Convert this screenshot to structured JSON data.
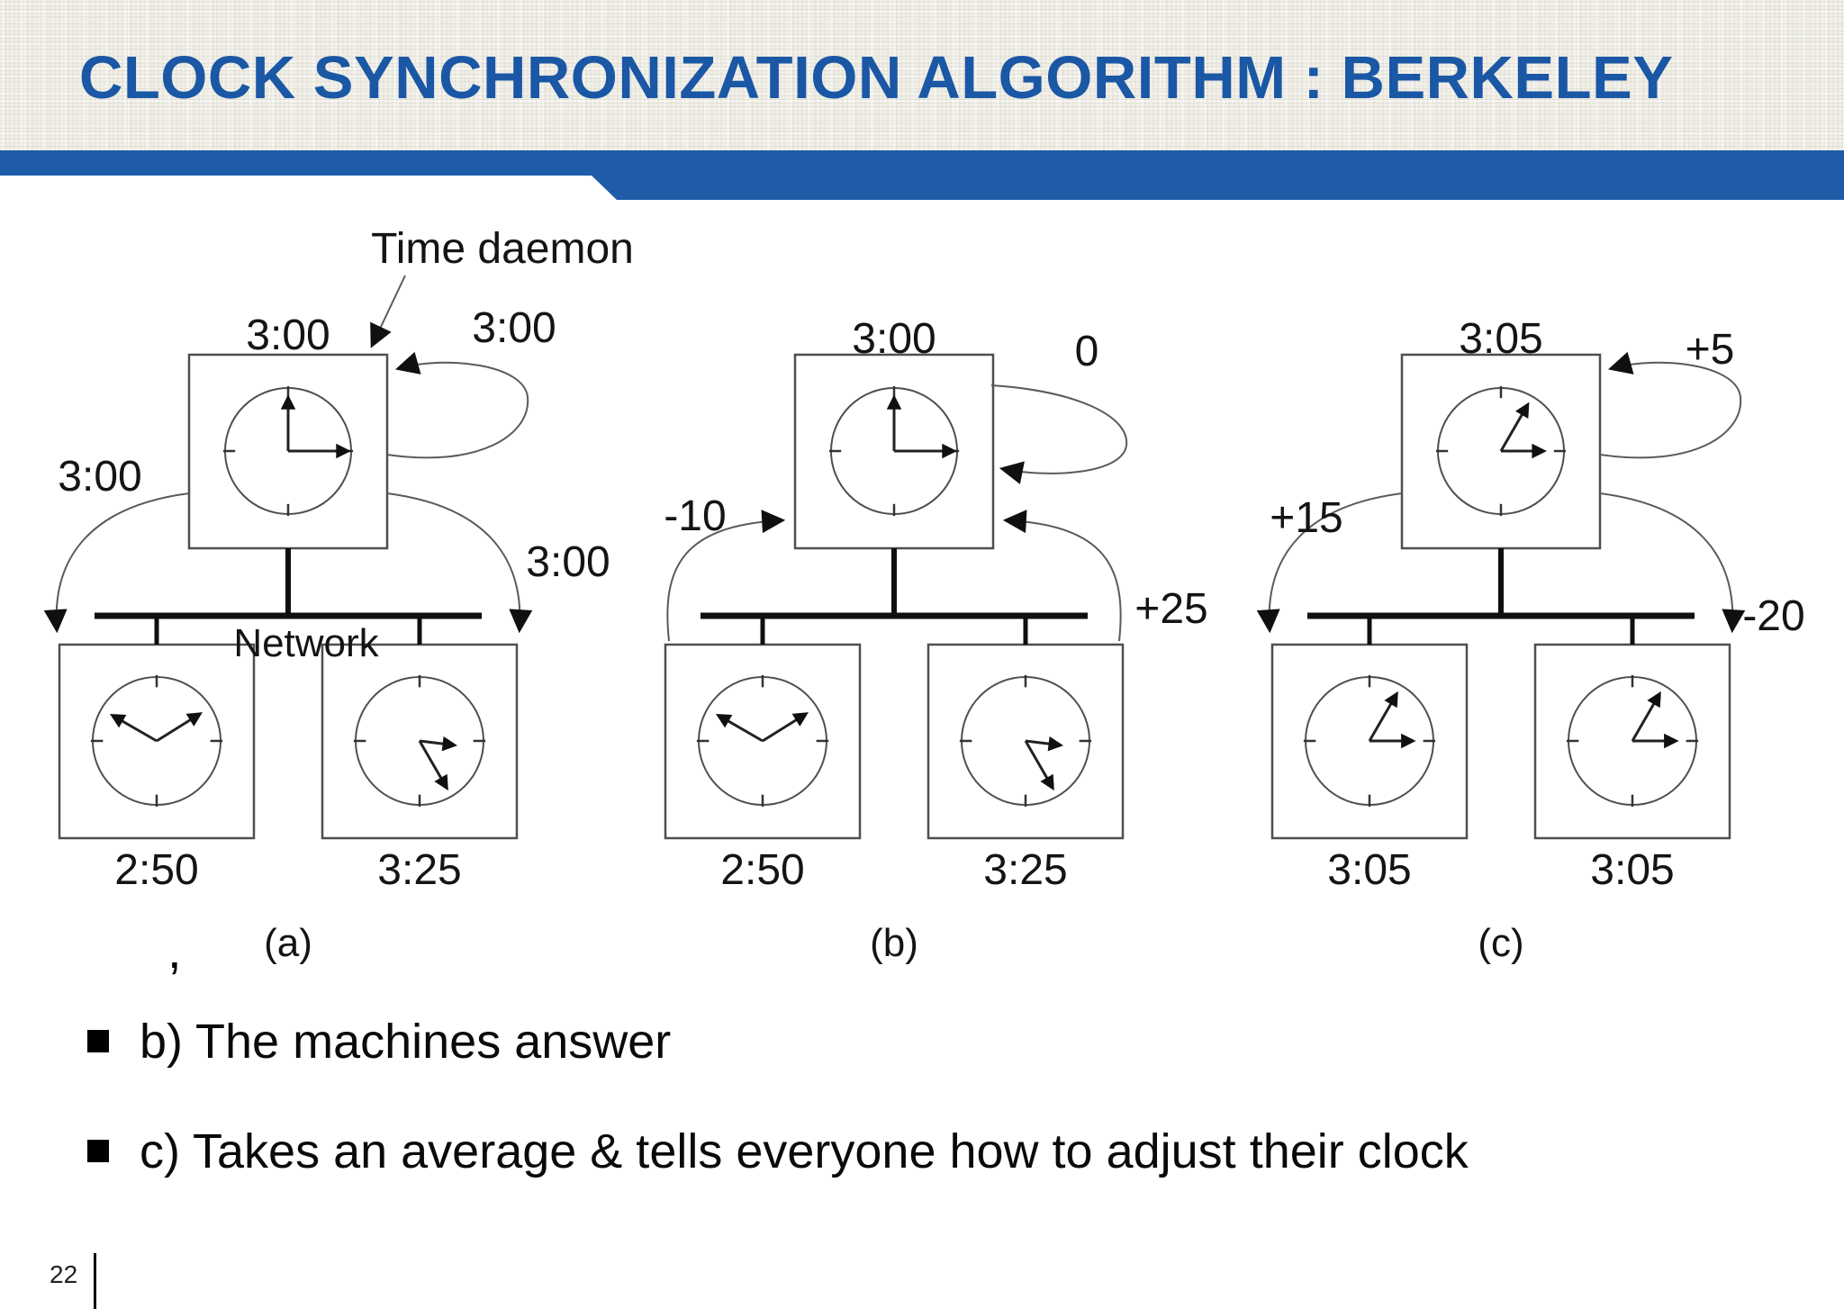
{
  "slide": {
    "title": "CLOCK SYNCHRONIZATION ALGORITHM : BERKELEY",
    "page_number": "22"
  },
  "figure": {
    "time_daemon_label": "Time daemon",
    "network_label": "Network",
    "stray_mark": ",",
    "panels": [
      {
        "caption": "(a)",
        "daemon_time": "3:00",
        "loop_label": "3:00",
        "left_label": "3:00",
        "right_label": "3:00",
        "machine1_time": "2:50",
        "machine2_time": "3:25",
        "arrows": "daemon-to-machines"
      },
      {
        "caption": "(b)",
        "daemon_time": "3:00",
        "loop_label": "0",
        "left_label": "-10",
        "right_label": "+25",
        "machine1_time": "2:50",
        "machine2_time": "3:25",
        "arrows": "machines-to-daemon"
      },
      {
        "caption": "(c)",
        "daemon_time": "3:05",
        "loop_label": "+5",
        "left_label": "+15",
        "right_label": "-20",
        "machine1_time": "3:05",
        "machine2_time": "3:05",
        "arrows": "daemon-to-machines"
      }
    ]
  },
  "bullets": [
    {
      "text": "b) The machines answer"
    },
    {
      "text": "c) Takes an average & tells everyone how to adjust their clock"
    }
  ],
  "colors": {
    "accent_blue": "#1e5ca8",
    "title_blue": "#1a57a5",
    "text_black": "#141414"
  }
}
